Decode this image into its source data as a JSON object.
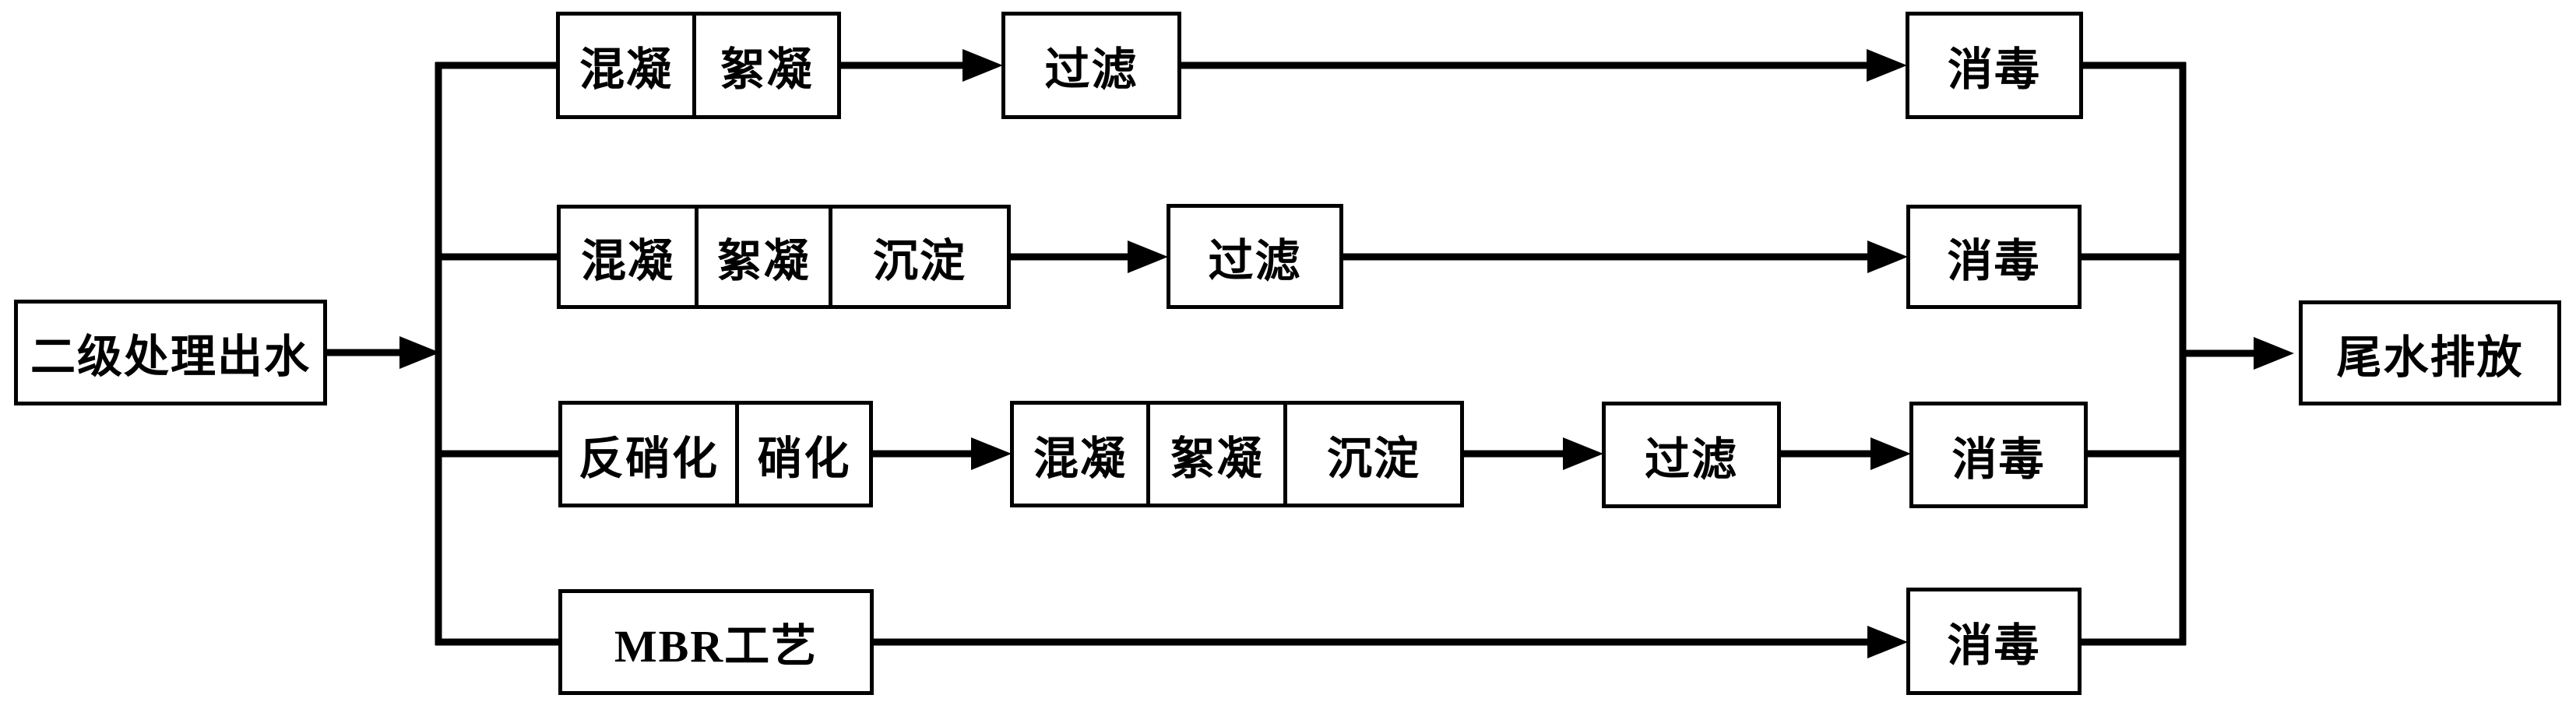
{
  "diagram": {
    "type": "flowchart",
    "description_semantics": "advanced wastewater treatment alternative process routes",
    "source": {
      "label": "二级处理出水"
    },
    "sink": {
      "label": "尾水排放"
    },
    "rows": [
      {
        "name": "process-route-1",
        "stages": [
          {
            "cells": [
              "混凝",
              "絮凝"
            ]
          },
          {
            "cells": [
              "过滤"
            ]
          },
          {
            "cells": [
              "消毒"
            ]
          }
        ]
      },
      {
        "name": "process-route-2",
        "stages": [
          {
            "cells": [
              "混凝",
              "絮凝",
              "沉淀"
            ]
          },
          {
            "cells": [
              "过滤"
            ]
          },
          {
            "cells": [
              "消毒"
            ]
          }
        ]
      },
      {
        "name": "process-route-3",
        "stages": [
          {
            "cells": [
              "反硝化",
              "硝化"
            ]
          },
          {
            "cells": [
              "混凝",
              "絮凝",
              "沉淀"
            ]
          },
          {
            "cells": [
              "过滤"
            ]
          },
          {
            "cells": [
              "消毒"
            ]
          }
        ]
      },
      {
        "name": "process-route-4",
        "stages": [
          {
            "cells": [
              "MBR工艺"
            ]
          },
          {
            "cells": [
              "消毒"
            ]
          }
        ]
      }
    ],
    "colors": {
      "line": "#000000",
      "box_border": "#000000",
      "box_fill": "#ffffff",
      "text": "#000000",
      "background": "#ffffff"
    }
  }
}
